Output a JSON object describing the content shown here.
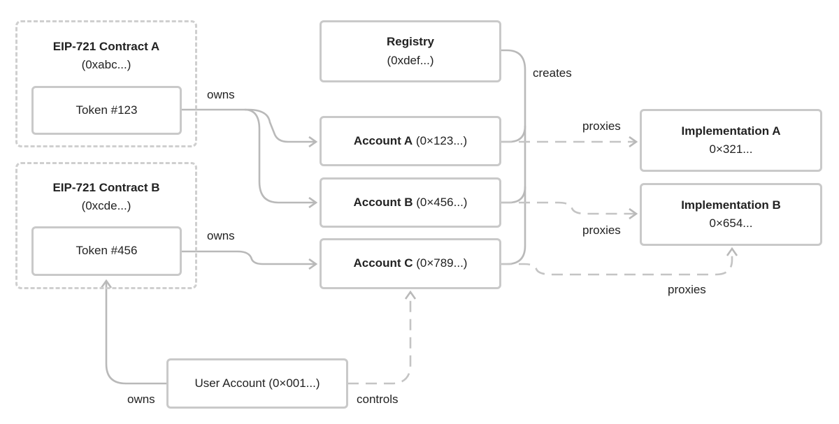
{
  "contracts": {
    "a": {
      "title": "EIP-721 Contract A",
      "address": "(0xabc...)",
      "token": "Token #123"
    },
    "b": {
      "title": "EIP-721 Contract B",
      "address": "(0xcde...)",
      "token": "Token #456"
    }
  },
  "registry": {
    "title": "Registry",
    "address": "(0xdef...)"
  },
  "accounts": {
    "a": {
      "name": "Account A",
      "address": "(0×123...)"
    },
    "b": {
      "name": "Account B",
      "address": "(0×456...)"
    },
    "c": {
      "name": "Account C",
      "address": "(0×789...)"
    }
  },
  "implementations": {
    "a": {
      "title": "Implementation A",
      "address": "0×321..."
    },
    "b": {
      "title": "Implementation B",
      "address": "0×654..."
    }
  },
  "user": {
    "label": "User Account (0×001...)"
  },
  "edges": {
    "owns_top": "owns",
    "owns_mid": "owns",
    "owns_user": "owns",
    "creates": "creates",
    "proxies_a": "proxies",
    "proxies_b": "proxies",
    "proxies_c": "proxies",
    "controls": "controls"
  }
}
